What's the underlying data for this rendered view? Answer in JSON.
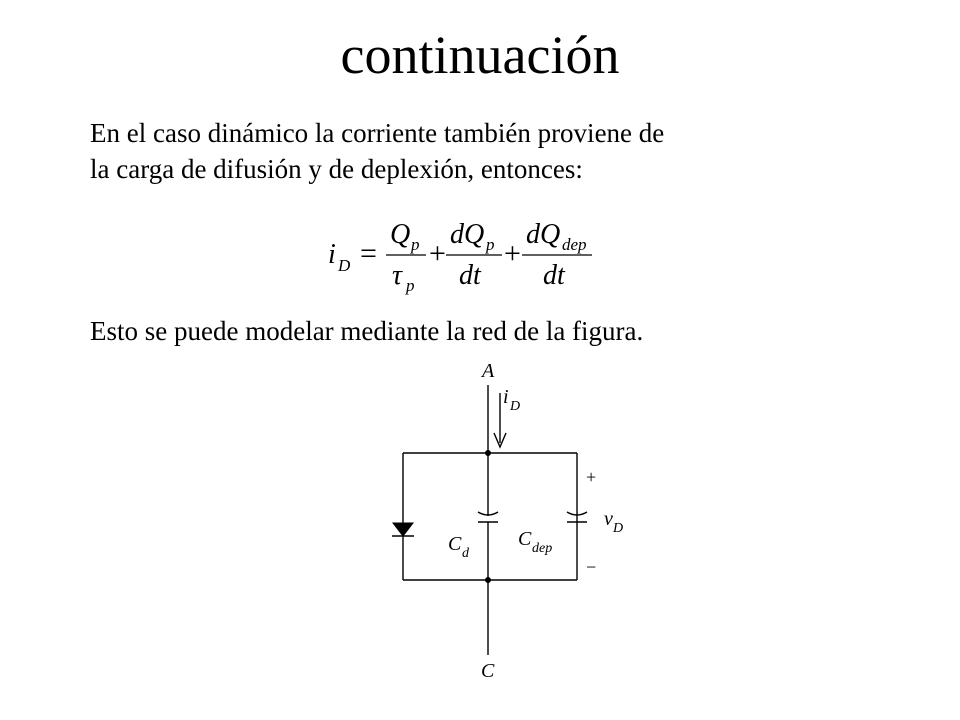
{
  "slide": {
    "title": "continuación",
    "paragraph_lines": [
      "En el caso dinámico la corriente también proviene de",
      "la carga de difusión y de deplexión, entonces:"
    ],
    "paragraph2": "Esto se puede modelar mediante la red de la figura."
  },
  "formula": {
    "lhs_var": "i",
    "lhs_sub": "D",
    "equals": "=",
    "term1_num_var": "Q",
    "term1_num_sub": "p",
    "term1_den_var": "τ",
    "term1_den_sub": "p",
    "plus": "+",
    "term2_num_var": "dQ",
    "term2_num_sub": "p",
    "term2_den": "dt",
    "term3_num_var": "dQ",
    "term3_num_sub": "dep",
    "term3_den": "dt"
  },
  "circuit": {
    "node_top": "A",
    "node_bottom": "C",
    "current_var": "i",
    "current_sub": "D",
    "cap1_var": "C",
    "cap1_sub": "d",
    "cap2_var": "C",
    "cap2_sub": "dep",
    "voltage_var": "v",
    "voltage_sub": "D",
    "plus_sign": "+",
    "minus_sign": "−"
  }
}
